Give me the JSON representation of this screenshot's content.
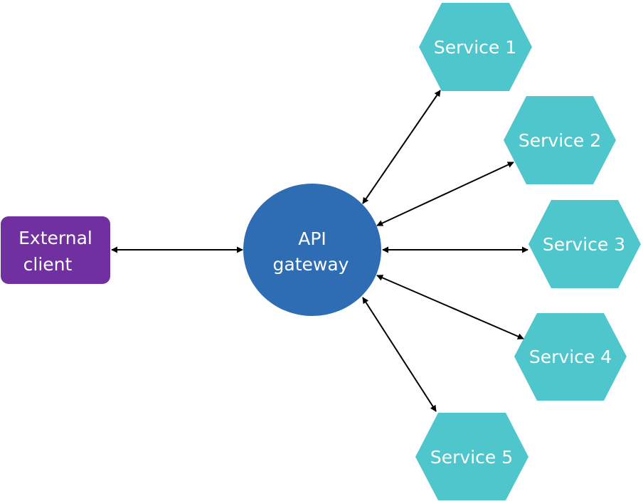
{
  "colors": {
    "client": "#7030A0",
    "gateway": "#2E6DB4",
    "service": "#4FC6CC",
    "connector": "#000000"
  },
  "client": {
    "line1": "External",
    "line2": "client"
  },
  "gateway": {
    "line1": "API",
    "line2": "gateway"
  },
  "services": [
    {
      "label": "Service 1"
    },
    {
      "label": "Service 2"
    },
    {
      "label": "Service 3"
    },
    {
      "label": "Service 4"
    },
    {
      "label": "Service 5"
    }
  ]
}
